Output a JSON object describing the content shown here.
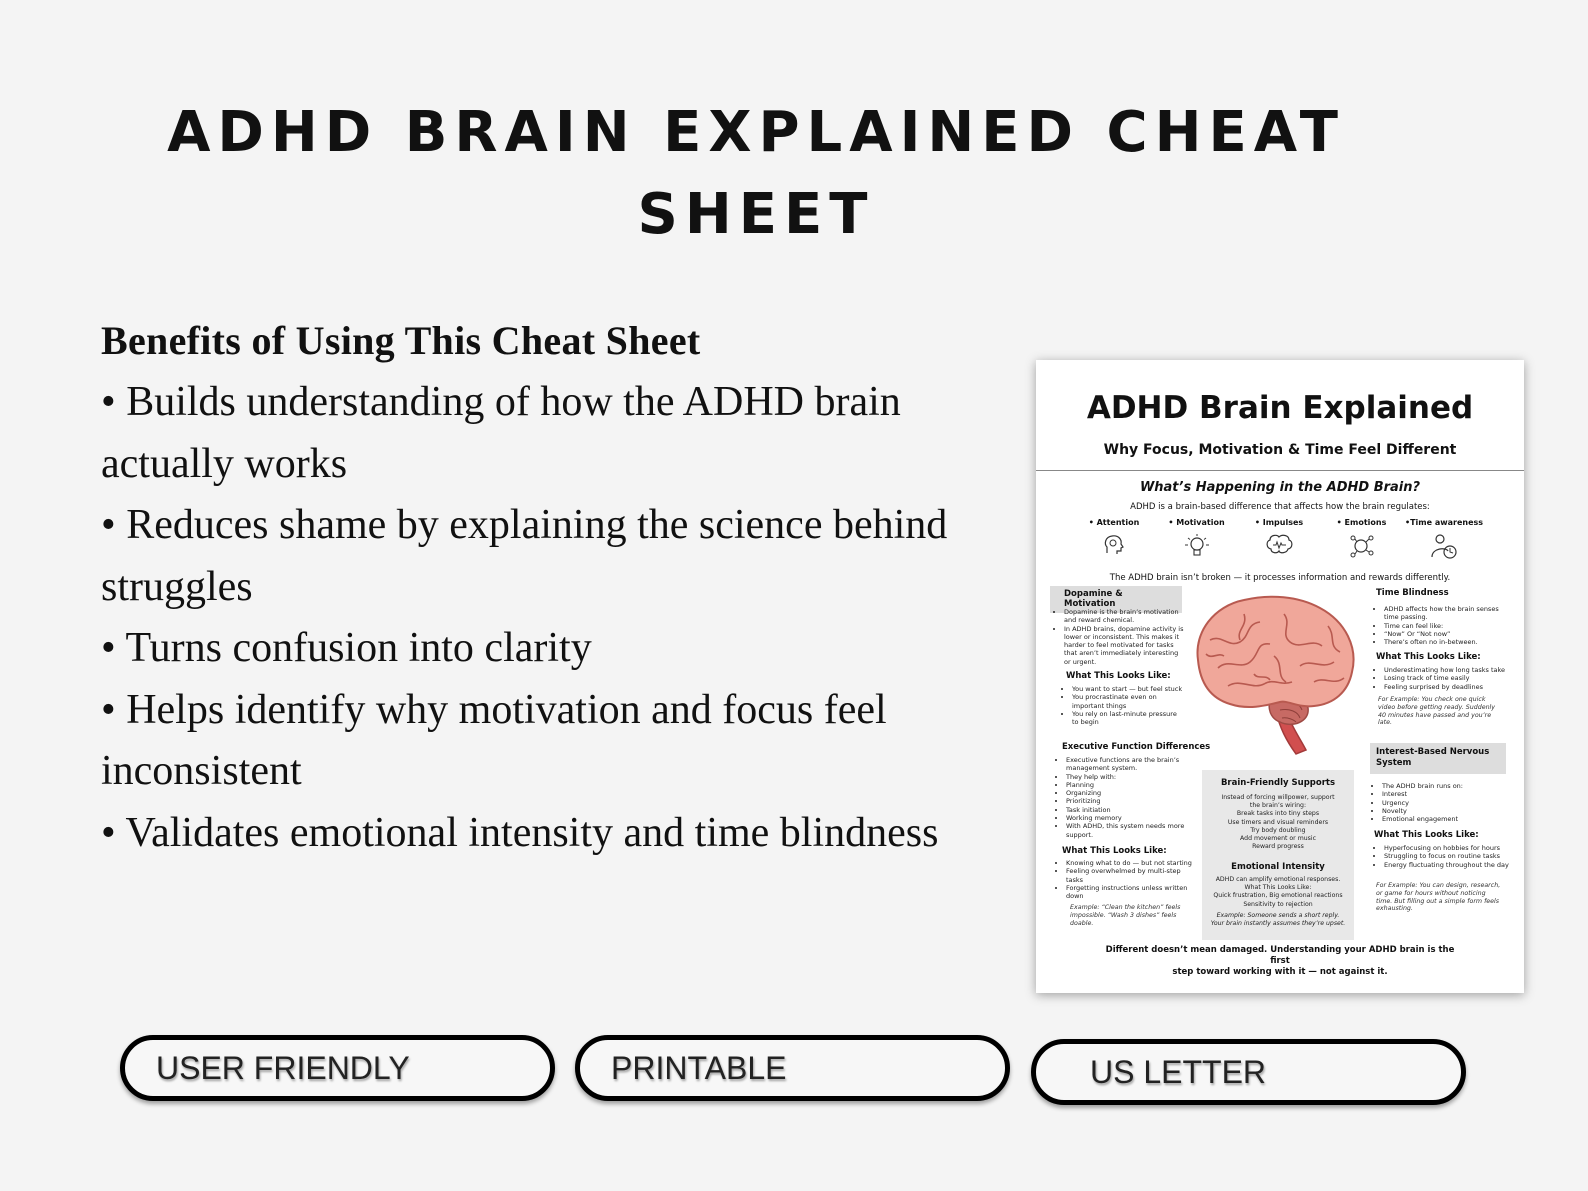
{
  "page": {
    "title_line1": "ADHD BRAIN EXPLAINED CHEAT",
    "title_line2": "SHEET"
  },
  "benefits": {
    "heading": "Benefits of Using This Cheat Sheet",
    "items": [
      "• Builds understanding of how the ADHD brain actually works",
      "• Reduces shame by explaining the science behind struggles",
      "• Turns confusion into clarity",
      "• Helps identify why motivation and focus feel inconsistent",
      "• Validates emotional intensity and time blindness"
    ]
  },
  "sheet": {
    "title": "ADHD Brain Explained",
    "subtitle": "Why Focus, Motivation & Time Feel Different",
    "question": "What’s Happening in the ADHD Brain?",
    "intro": "ADHD is a brain-based difference that affects how the brain regulates:",
    "areas": [
      "• Attention",
      "• Motivation",
      "• Impulses",
      "• Emotions",
      "•Time awareness"
    ],
    "note": "The ADHD brain isn’t broken — it processes information and rewards differently.",
    "dopamine": {
      "heading": "Dopamine & Motivation",
      "items": [
        "Dopamine is the brain’s motivation and reward chemical.",
        "In ADHD brains, dopamine activity is lower or inconsistent. This makes it harder to feel motivated for tasks that aren’t immediately interesting or urgent."
      ],
      "looks_heading": "What This Looks Like:",
      "looks": [
        "You want to start — but feel stuck",
        "You procrastinate even on important things",
        "You rely on last-minute pressure to begin"
      ]
    },
    "time": {
      "heading": "Time Blindness",
      "items": [
        "ADHD affects how the brain senses time passing.",
        "Time can feel like:",
        "“Now” Or “Not now”",
        "There’s often no in-between."
      ],
      "looks_heading": "What This Looks Like:",
      "looks": [
        "Underestimating how long tasks take",
        "Losing track of time easily",
        "Feeling surprised by deadlines"
      ],
      "example": "For Example: You check one quick video before getting ready. Suddenly 40 minutes have passed and you’re late."
    },
    "executive": {
      "heading": "Executive Function Differences",
      "items": [
        "Executive functions are the brain’s management system.",
        "They help with:",
        "Planning",
        "Organizing",
        "Prioritizing",
        "Task initiation",
        "Working memory",
        "With ADHD, this system needs more support."
      ],
      "looks_heading": "What This Looks Like:",
      "looks": [
        "Knowing what to do — but not starting",
        "Feeling overwhelmed by multi-step tasks",
        "Forgetting instructions unless written down"
      ],
      "example": "Example: “Clean the kitchen” feels impossible. “Wash 3 dishes” feels doable."
    },
    "supports": {
      "heading": "Brain-Friendly Supports",
      "lines": [
        "Instead of forcing willpower, support",
        "the brain’s wiring:",
        "Break tasks into tiny steps",
        "Use timers and visual reminders",
        "Try body doubling",
        "Add movement or music",
        "Reward progress"
      ]
    },
    "emotional": {
      "heading": "Emotional Intensity",
      "lines": [
        "ADHD can amplify emotional responses.",
        "What This Looks Like:",
        "Quick frustration, Big emotional reactions",
        "Sensitivity to rejection"
      ],
      "example_lines": [
        "Example: Someone sends a short reply.",
        "Your brain instantly assumes they’re upset."
      ]
    },
    "interest": {
      "heading_line1": "Interest-Based Nervous",
      "heading_line2": "System",
      "items": [
        "The ADHD brain runs on:",
        "Interest",
        "Urgency",
        "Novelty",
        "Emotional engagement"
      ],
      "looks_heading": "What This Looks Like:",
      "looks": [
        "Hyperfocusing on hobbies for hours",
        "Struggling to focus on routine tasks",
        "Energy fluctuating throughout the day"
      ],
      "example": "For Example: You can design, research, or game for hours without noticing time. But filling out a simple form feels exhausting."
    },
    "footer_line1": "Different doesn’t mean damaged. Understanding your ADHD brain is the first",
    "footer_line2": "step toward working with it — not against it."
  },
  "badges": [
    "USER FRIENDLY",
    "PRINTABLE",
    "US LETTER"
  ],
  "colors": {
    "background": "#f4f4f4",
    "brain_pink": "#f0a79a",
    "brain_outline": "#b85a50",
    "stem": "#d14f4f"
  }
}
